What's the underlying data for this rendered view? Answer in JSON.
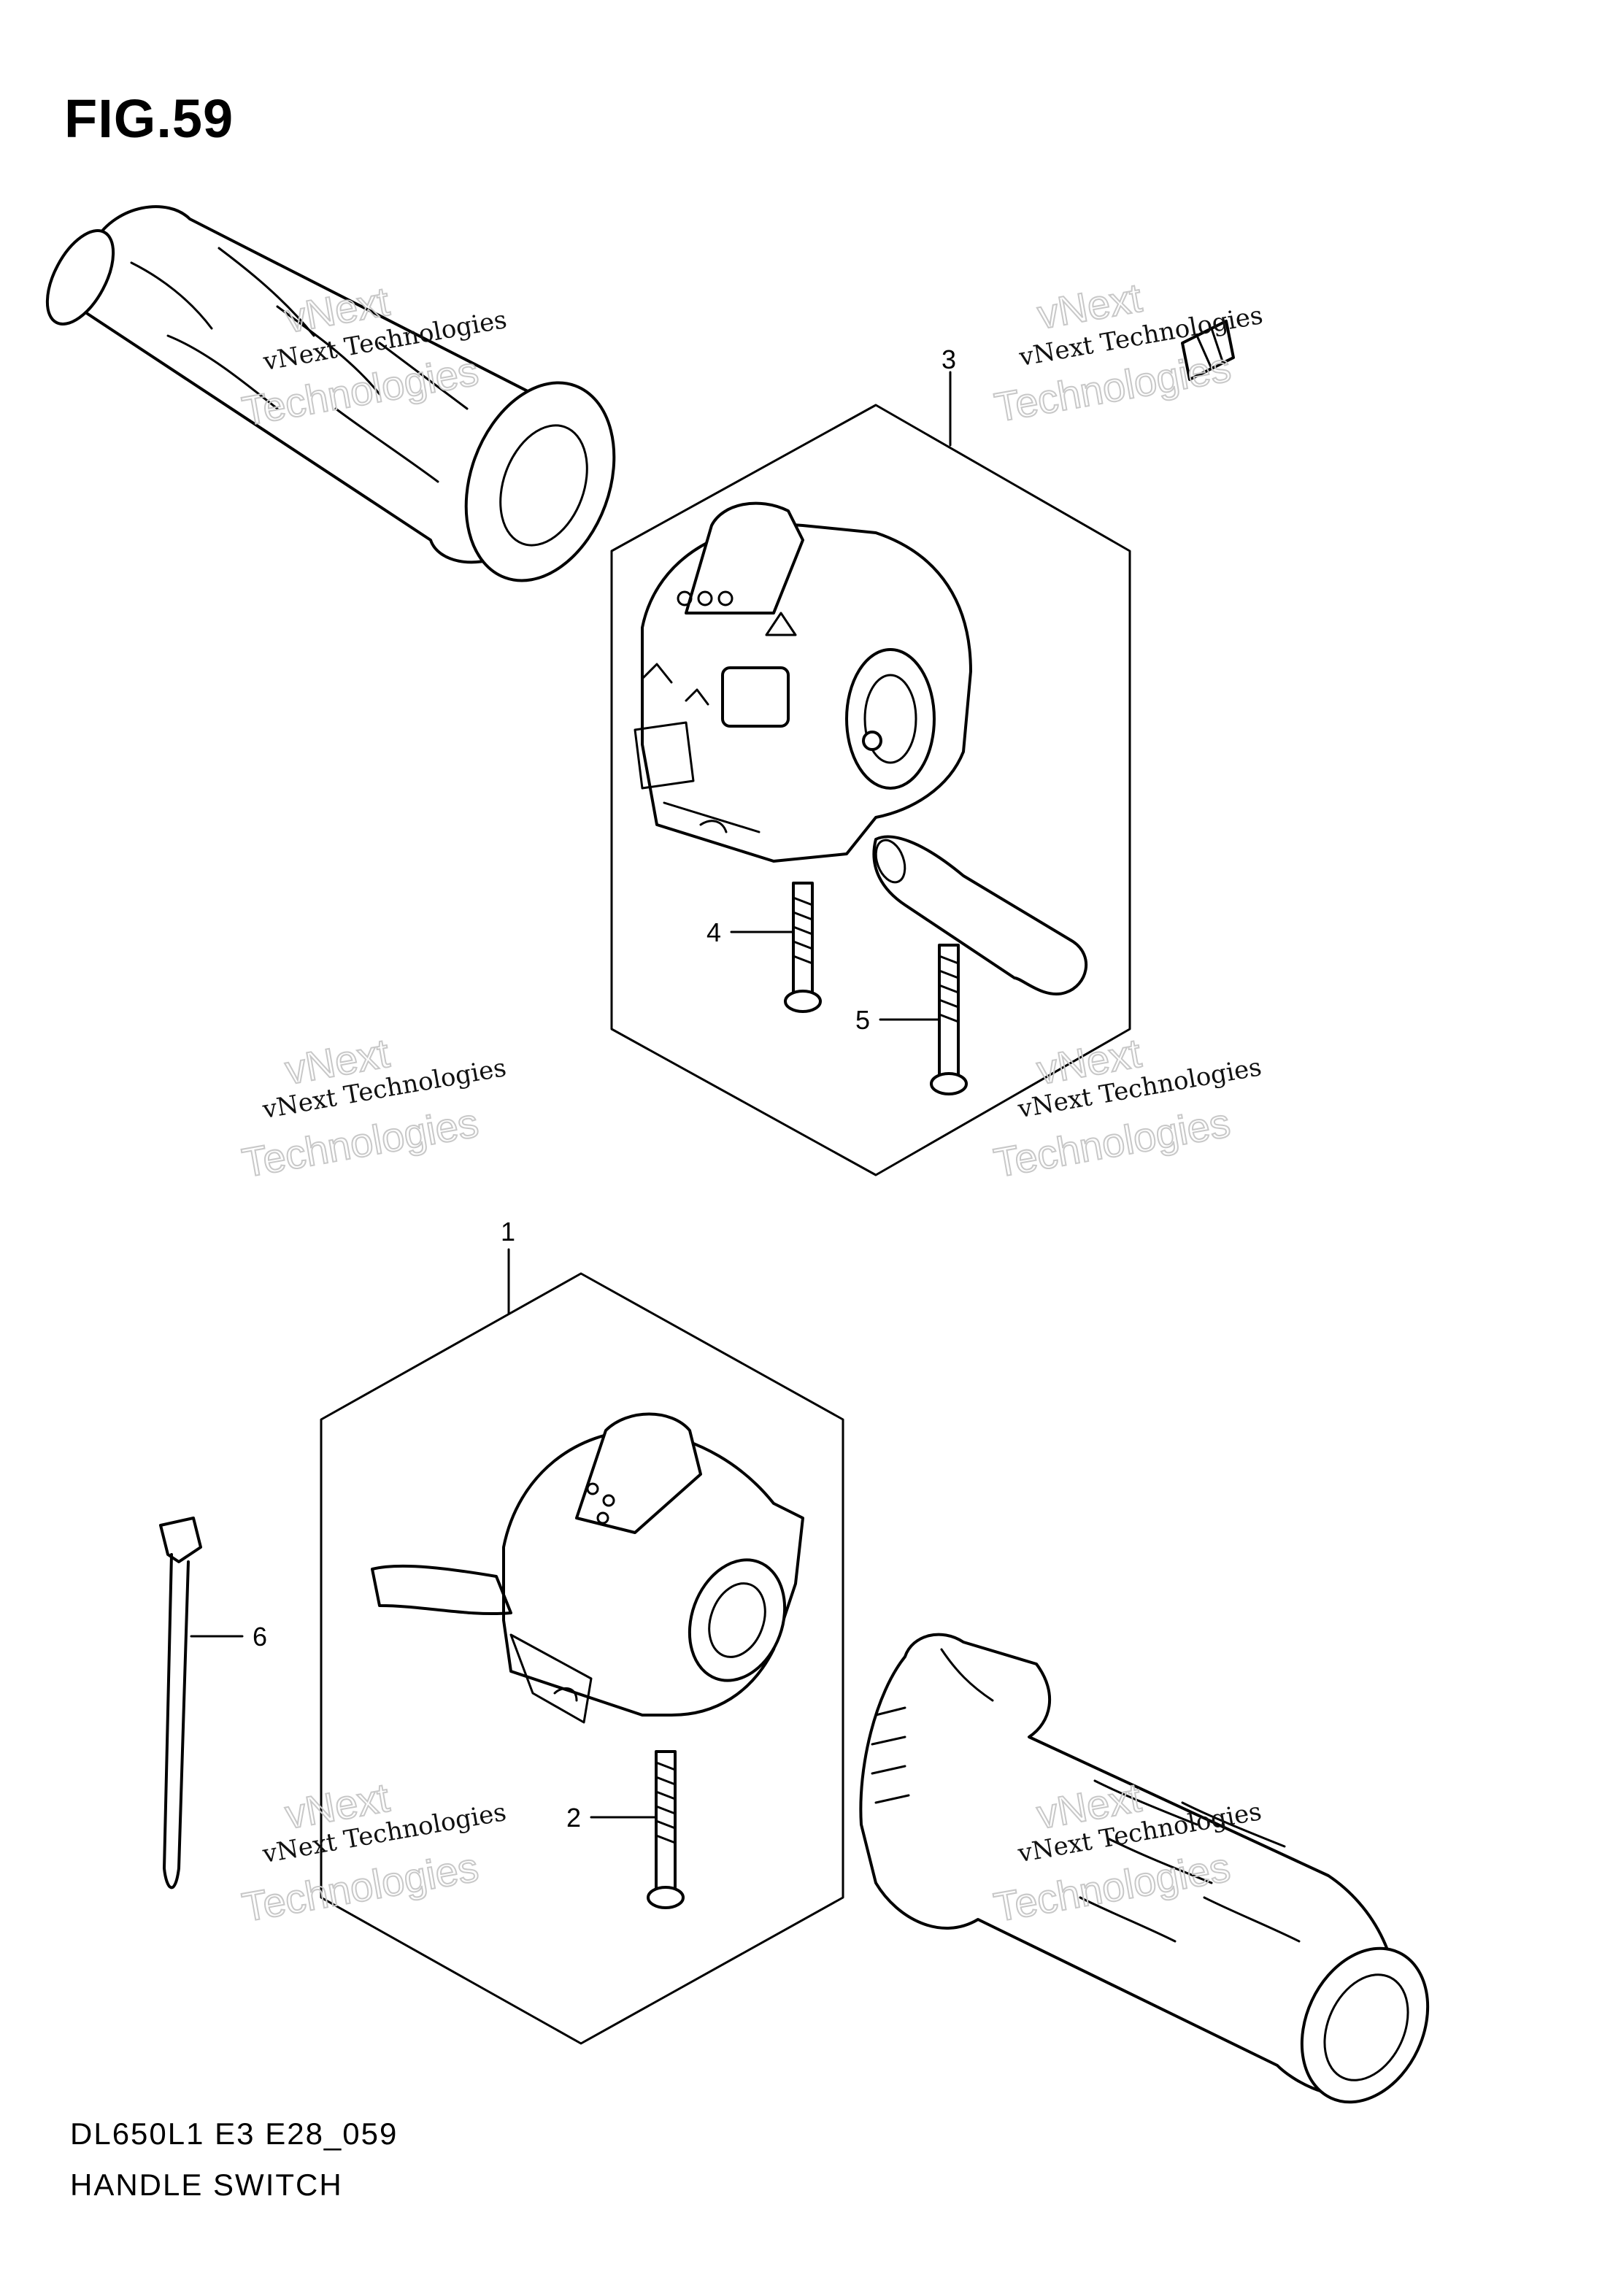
{
  "figure": {
    "title": "FIG.59",
    "model_code": "DL650L1 E3 E28_059",
    "section_name": "HANDLE SWITCH"
  },
  "callouts": {
    "c1": "1",
    "c2": "2",
    "c3": "3",
    "c4": "4",
    "c5": "5",
    "c6": "6"
  },
  "watermark": {
    "line1": "vNext",
    "line2": "vNext Technologies",
    "line3": "Technologies"
  }
}
